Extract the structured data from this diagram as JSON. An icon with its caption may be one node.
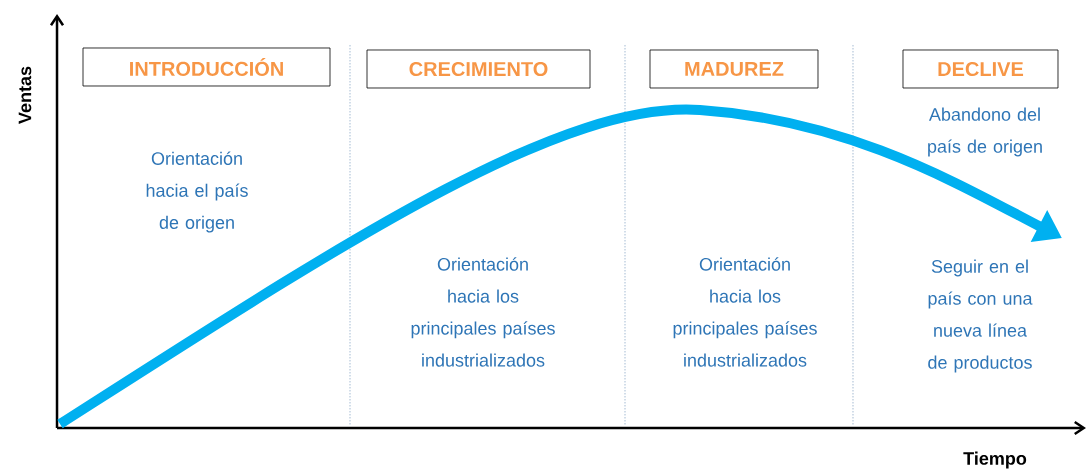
{
  "diagram": {
    "nodes": [
      {
        "text": [
          "INTRODUCCIÓN"
        ]
      },
      {
        "text": [
          "CRECIMIENTO"
        ]
      },
      {
        "text": [
          "MADUREZ"
        ]
      },
      {
        "text": [
          "DECLIVE"
        ]
      }
    ],
    "labels": [
      "Ventas",
      "Orientación hacia el país de origen",
      "Abandono del país de origen",
      "Orientación hacia los principales países industrializados",
      "Orientación hacia los principales países industrializados",
      "Seguir en el país con una nueva línea de productos",
      "Tiempo"
    ]
  }
}
